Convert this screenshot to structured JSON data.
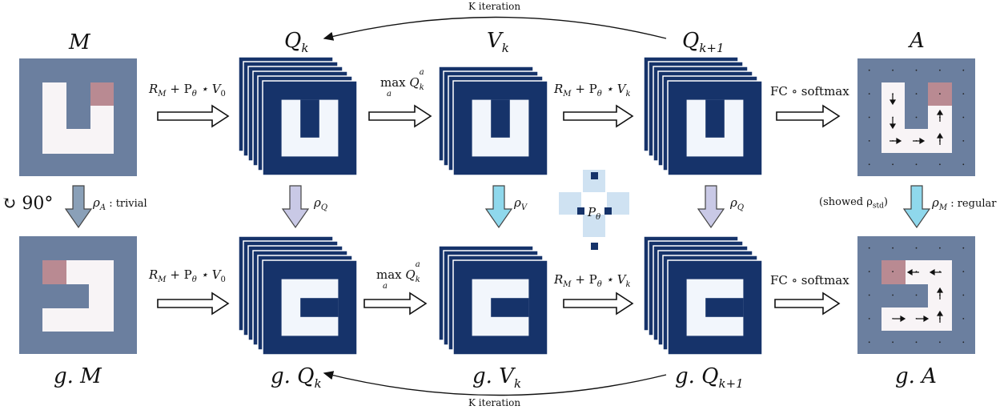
{
  "iteration_top": "K iteration",
  "iteration_bottom": "K iteration",
  "headers": {
    "M": "M",
    "Qk": "Q",
    "Qk_sub": "k",
    "Vk": "V",
    "Vk_sub": "k",
    "Qk1": "Q",
    "Qk1_sub": "k+1",
    "A": "A"
  },
  "footers": {
    "gM": "g. M",
    "gQk": "g. Q",
    "gQk_sub": "k",
    "gVk": "g. V",
    "gVk_sub": "k",
    "gQk1": "g. Q",
    "gQk1_sub": "k+1",
    "gA": "g. A"
  },
  "ops": {
    "op1": "R",
    "op1_sub": "M",
    "op1_mid": " + P",
    "op1_mid_sub": "θ",
    "op1_end": " ⋆ V",
    "op1_end_sub": "0",
    "op2": "max",
    "op2_under": "a",
    "op2_q": "Q",
    "op2_q_sup": "a",
    "op2_q_sub": "k",
    "op3": "R",
    "op3_sub": "M",
    "op3_mid": " + P",
    "op3_mid_sub": "θ",
    "op3_end": " ⋆ V",
    "op3_end_sub": "k",
    "op4": "FC ∘ softmax"
  },
  "groups": {
    "rotation": "↻ 90°",
    "rhoA": "ρ",
    "rhoA_sub": "A",
    "rhoA_text": " : trivial",
    "rhoQ1": "ρ",
    "rhoQ1_sub": "Q",
    "rhoV": "ρ",
    "rhoV_sub": "V",
    "rhoQ2": "ρ",
    "rhoQ2_sub": "Q",
    "showed": "(showed ρ",
    "showed_sub": "std",
    "showed_end": ")",
    "rhoM": "ρ",
    "rhoM_sub": "M",
    "rhoM_text": " : regular"
  },
  "kernel_label": "P",
  "kernel_label_sub": "θ",
  "colors": {
    "map_bg": "#6b7f9f",
    "map_free": "#f8f4f6",
    "goal": "#b98a92",
    "stack_dark": "#16336a",
    "stack_light": "#f2f6fc",
    "arrow_purple": "#c9c9e6",
    "arrow_cyan": "#8fd8ec",
    "arrow_gray": "#8aa0b8",
    "kernel_light": "#cfe2f2"
  }
}
